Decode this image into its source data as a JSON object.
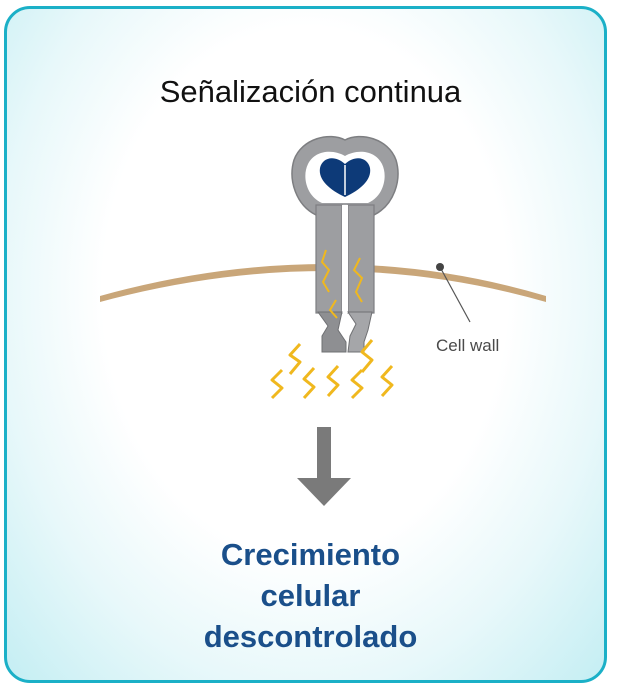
{
  "title": "Señalización continua",
  "cell_wall_label": "Cell wall",
  "result": {
    "line1": "Crecimiento",
    "line2": "celular",
    "line3": "descontrolado"
  },
  "colors": {
    "border": "#1bb0c7",
    "result_text": "#1a4f8a",
    "cell_wall": "#c9a679",
    "receptor": "#9a9a9c",
    "ligand": "#0d3a78",
    "signal": "#f0b81e",
    "arrow": "#7a7a7a"
  }
}
